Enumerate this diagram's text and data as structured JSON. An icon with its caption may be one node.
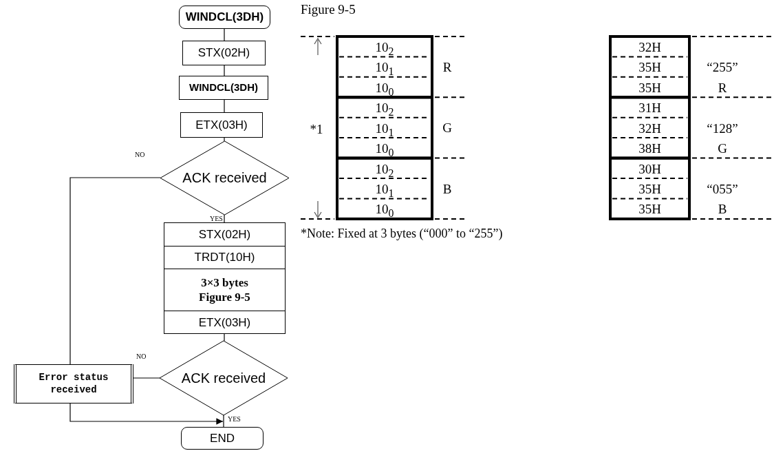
{
  "diagram": {
    "nodes": [
      {
        "text": [
          "WINDCL(3DH)"
        ]
      },
      {
        "text": [
          "STX(02H)"
        ]
      },
      {
        "text": [
          "WINDCL(3DH)"
        ]
      },
      {
        "text": [
          "ETX(03H)"
        ]
      },
      {
        "text": [
          "ACK received"
        ]
      },
      {
        "text": [
          "STX(02H)",
          "TRDT(10H)",
          "3×3 bytes Figure 9-5",
          "ETX(03H)"
        ]
      },
      {
        "text": [
          "ACK received"
        ]
      },
      {
        "text": [
          "Error status received"
        ]
      },
      {
        "text": [
          "END"
        ]
      }
    ],
    "edges": [
      {
        "from": 0,
        "to": 1,
        "arrow": "none"
      },
      {
        "from": 1,
        "to": 2,
        "arrow": "none"
      },
      {
        "from": 2,
        "to": 3,
        "arrow": "none"
      },
      {
        "from": 3,
        "to": 4,
        "arrow": "none"
      },
      {
        "from": 4,
        "to": 5,
        "arrow": "none",
        "label": "YES"
      },
      {
        "from": 4,
        "to": 7,
        "arrow": "none",
        "label": "NO"
      },
      {
        "from": 5,
        "to": 6,
        "arrow": "none"
      },
      {
        "from": 6,
        "to": 7,
        "arrow": "none",
        "label": "NO"
      },
      {
        "from": 6,
        "to": 8,
        "arrow": "none",
        "label": "YES"
      },
      {
        "from": 7,
        "to": 8,
        "arrow": "to"
      }
    ],
    "labels": [
      "Figure 9-5",
      "*1",
      "10$_{2}$",
      "10$_{1}$",
      "R",
      "10$_{0}$",
      "10$_{2}$",
      "10$_{1}$",
      "G",
      "10$_{0}$",
      "10$_{2}$",
      "10$_{1}$",
      "B",
      "10$_{0}$",
      "32H",
      "35H",
      "“255”",
      "35H",
      "R",
      "31H",
      "32H",
      "“128”",
      "38H",
      "G",
      "30H",
      "35H",
      "“055”",
      "35H",
      "B",
      "*Note: Fixed at 3 bytes (“000” to “255”)"
    ]
  }
}
